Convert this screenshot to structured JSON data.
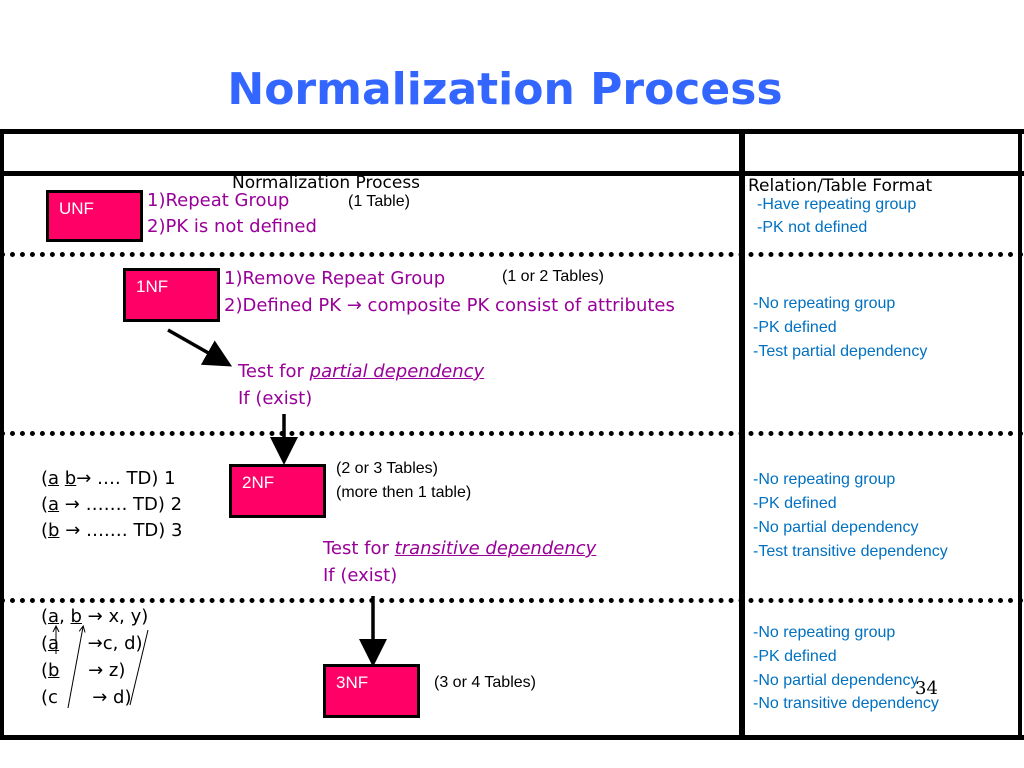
{
  "title": "Normalization Process",
  "header": {
    "left": "Normalization Process",
    "right": "Relation/Table Format"
  },
  "page_number": "34",
  "unf": {
    "label": "UNF",
    "steps": [
      "1)Repeat Group",
      "2)PK is not defined"
    ],
    "tables": "(1 Table)",
    "format": [
      "-Have repeating group",
      "-PK not defined"
    ]
  },
  "nf1": {
    "label": "1NF",
    "steps": [
      "1)Remove Repeat Group",
      "2)Defined PK → composite PK consist of attributes"
    ],
    "tables": "(1 or 2 Tables)",
    "test_prefix": "Test for ",
    "test_dep": "partial dependency",
    "test_if": "If (exist)",
    "format": [
      "-No repeating group",
      "-PK defined",
      "-Test partial dependency"
    ]
  },
  "nf2": {
    "label": "2NF",
    "tables": [
      "(2 or 3 Tables)",
      "(more then 1 table)"
    ],
    "deps": [
      {
        "open": "(",
        "k1": "a",
        "sep": " ",
        "k2": "b",
        "rest": "→ …. TD) 1"
      },
      {
        "open": "(",
        "k1": "a",
        "sep": "",
        "k2": "",
        "rest": " → ……. TD) 2"
      },
      {
        "open": "(",
        "k1": "b",
        "sep": "",
        "k2": "",
        "rest": " → ….… TD) 3"
      }
    ],
    "test_prefix": "Test for ",
    "test_dep": "transitive dependency",
    "test_if": "If (exist)",
    "format": [
      "-No repeating group",
      "-PK defined",
      "-No partial dependency",
      "-Test transitive dependency"
    ]
  },
  "nf3": {
    "label": "3NF",
    "tables": "(3 or 4 Tables)",
    "deps": [
      {
        "open": "(",
        "k1": "a",
        "sep": ", ",
        "k2": "b",
        "rest": " → x, y)"
      },
      {
        "open": "(",
        "k1": "a",
        "sep": "",
        "k2": "",
        "rest": "     →c, d)"
      },
      {
        "open": "(",
        "k1": "b",
        "sep": "",
        "k2": "",
        "rest": "     → z)"
      },
      {
        "open": "(c",
        "k1": "",
        "sep": "",
        "k2": "",
        "rest": "      → d)"
      }
    ],
    "format": [
      "-No repeating group",
      "-PK defined",
      "-No partial dependency",
      "-No transitive dependency"
    ]
  }
}
